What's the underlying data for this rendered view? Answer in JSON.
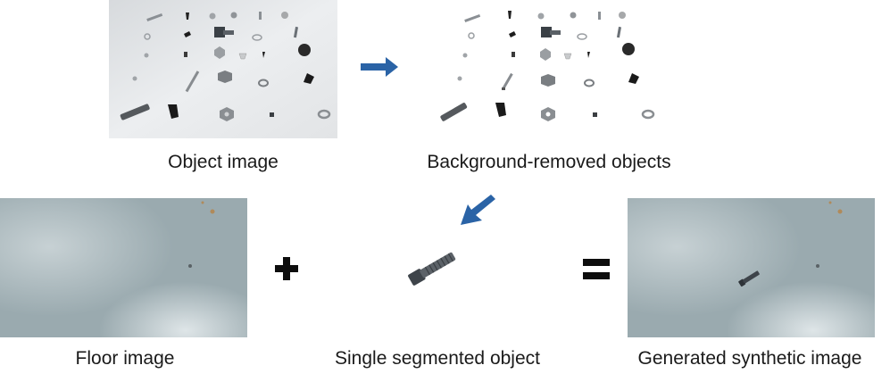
{
  "captions": {
    "object_image": "Object image",
    "background_removed": "Background-removed objects",
    "floor_image": "Floor image",
    "single_object": "Single segmented object",
    "synthetic_image": "Generated synthetic image"
  },
  "colors": {
    "arrow": "#2a63a6",
    "floor": "#9fb0b4",
    "table": "#e6e8ea",
    "operator": "#0d0d0d"
  },
  "operators": {
    "plus": "plus-sign",
    "equals": "equals-sign"
  }
}
